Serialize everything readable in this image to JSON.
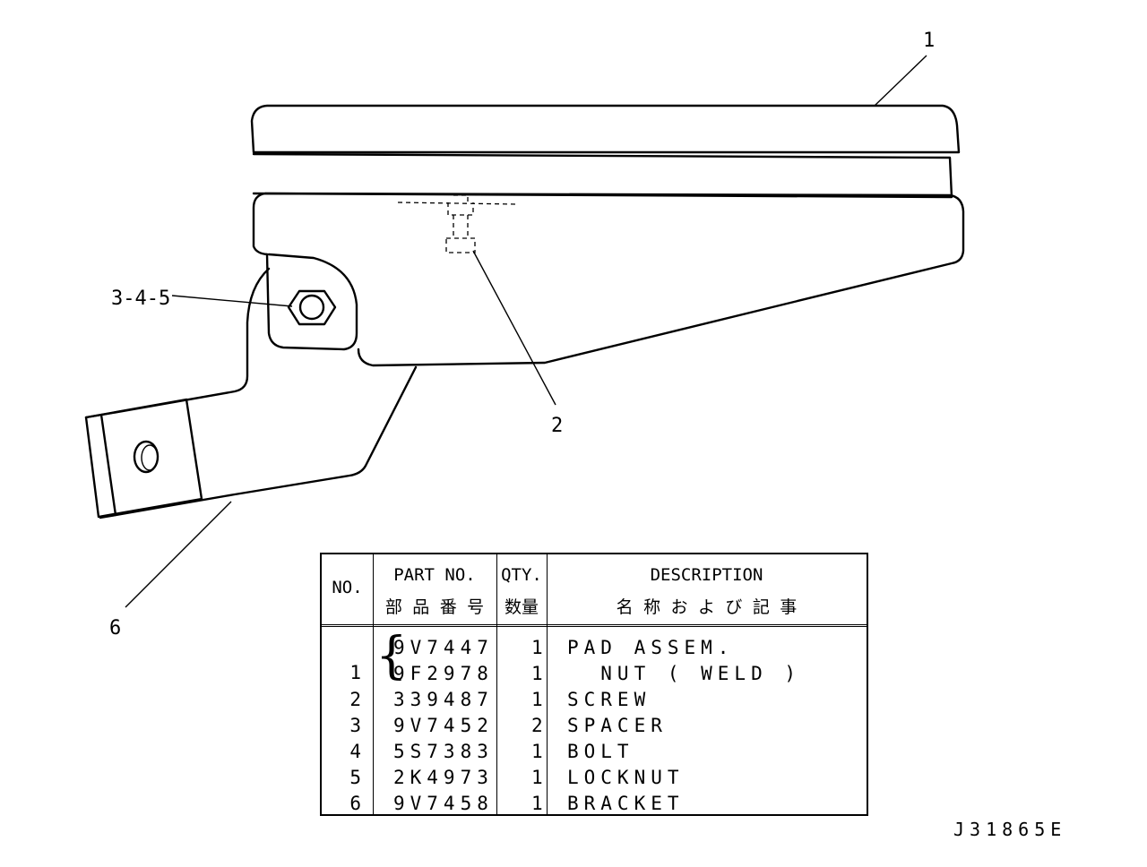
{
  "callouts": {
    "c1": "1",
    "c2": "2",
    "c345": "3-4-5",
    "c6": "6"
  },
  "table": {
    "headers": {
      "no": "NO.",
      "part_no": "PART NO.",
      "part_no_jp": "部 品 番 号",
      "qty": "QTY.",
      "qty_jp": "数量",
      "description": "DESCRIPTION",
      "description_jp": "名 称 お よ び 記 事"
    },
    "rows": [
      {
        "no": "1",
        "part": "9V7447",
        "qty": "1",
        "desc": "PAD ASSEM."
      },
      {
        "no": "",
        "part": "9F2978",
        "qty": "1",
        "desc": "  NUT ( WELD )"
      },
      {
        "no": "2",
        "part": "339487",
        "qty": "1",
        "desc": "SCREW"
      },
      {
        "no": "3",
        "part": "9V7452",
        "qty": "2",
        "desc": "SPACER"
      },
      {
        "no": "4",
        "part": "5S7383",
        "qty": "1",
        "desc": "BOLT"
      },
      {
        "no": "5",
        "part": "2K4973",
        "qty": "1",
        "desc": "LOCKNUT"
      },
      {
        "no": "6",
        "part": "9V7458",
        "qty": "1",
        "desc": "BRACKET"
      }
    ]
  },
  "drawing_code": "J31865E"
}
